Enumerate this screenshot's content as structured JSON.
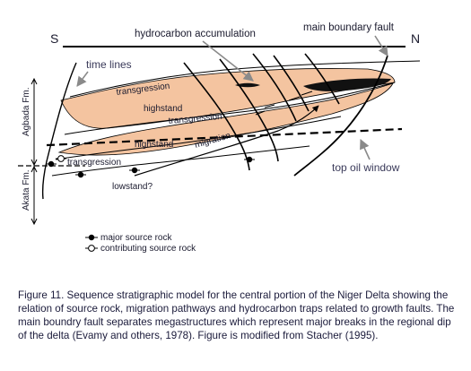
{
  "diagram": {
    "compass": {
      "left": "S",
      "right": "N"
    },
    "labels": {
      "hydrocarbon_accumulation": "hydrocarbon accumulation",
      "main_boundary_fault": "main boundary fault",
      "time_lines": "time lines",
      "transgression": "transgression",
      "highstand": "highstand",
      "migration": "migration",
      "lowstand": "lowstand?",
      "top_oil_window": "top oil window"
    },
    "formations": {
      "upper": "Agbada Fm.",
      "lower": "Akata Fm."
    },
    "legend": {
      "major": "major source rock",
      "contributing": "contributing source rock"
    },
    "colors": {
      "highstand_fill": "#f4c4a0",
      "accumulation": "#111111",
      "line": "#000000",
      "annotation_arrow": "#8a8a8a"
    }
  },
  "caption": "Figure 11.  Sequence stratigraphic model for the central portion of the Niger Delta showing the relation of source rock, migration pathways and hydrocarbon traps related to growth faults. The main boundry fault separates megastructures which represent major breaks in the regional dip of the delta (Evamy and others, 1978). Figure is modified from Stacher (1995)."
}
